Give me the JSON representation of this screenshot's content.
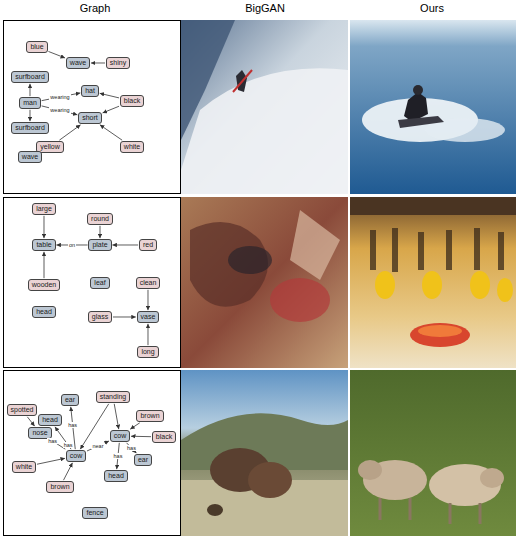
{
  "diagram": {
    "nodes": [
      {
        "text": [
          "blue"
        ]
      },
      {
        "text": [
          "wave"
        ]
      },
      {
        "text": [
          "shiny"
        ]
      },
      {
        "text": [
          "surfboard"
        ]
      },
      {
        "text": [
          "man"
        ]
      },
      {
        "text": [
          "hat"
        ]
      },
      {
        "text": [
          "black"
        ]
      },
      {
        "text": [
          "short"
        ]
      },
      {
        "text": [
          "surfboard"
        ]
      },
      {
        "text": [
          "yellow"
        ]
      },
      {
        "text": [
          "white"
        ]
      },
      {
        "text": [
          "wave"
        ]
      },
      {
        "text": [
          "large"
        ]
      },
      {
        "text": [
          "round"
        ]
      },
      {
        "text": [
          "table"
        ]
      },
      {
        "text": [
          "plate"
        ]
      },
      {
        "text": [
          "red"
        ]
      },
      {
        "text": [
          "wooden"
        ]
      },
      {
        "text": [
          "leaf"
        ]
      },
      {
        "text": [
          "clean"
        ]
      },
      {
        "text": [
          "head"
        ]
      },
      {
        "text": [
          "glass"
        ]
      },
      {
        "text": [
          "vase"
        ]
      },
      {
        "text": [
          "long"
        ]
      },
      {
        "text": [
          "ear"
        ]
      },
      {
        "text": [
          "standing"
        ]
      },
      {
        "text": [
          "spotted"
        ]
      },
      {
        "text": [
          "head"
        ]
      },
      {
        "text": [
          "brown"
        ]
      },
      {
        "text": [
          "nose"
        ]
      },
      {
        "text": [
          "cow"
        ]
      },
      {
        "text": [
          "black"
        ]
      },
      {
        "text": [
          "cow"
        ]
      },
      {
        "text": [
          "white"
        ]
      },
      {
        "text": [
          "ear"
        ]
      },
      {
        "text": [
          "head"
        ]
      },
      {
        "text": [
          "brown"
        ]
      },
      {
        "text": [
          "fence"
        ]
      }
    ],
    "edges": [
      {
        "from": 0,
        "to": 1,
        "arrow": "to"
      },
      {
        "from": 2,
        "to": 1,
        "arrow": "to"
      },
      {
        "from": 4,
        "to": 3,
        "arrow": "to"
      },
      {
        "from": 4,
        "to": 5,
        "label": "wearing",
        "arrow": "to"
      },
      {
        "from": 6,
        "to": 5,
        "arrow": "to"
      },
      {
        "from": 6,
        "to": 7,
        "arrow": "to"
      },
      {
        "from": 4,
        "to": 7,
        "label": "wearing",
        "arrow": "to"
      },
      {
        "from": 4,
        "to": 8,
        "arrow": "to"
      },
      {
        "from": 9,
        "to": 7,
        "arrow": "to"
      },
      {
        "from": 10,
        "to": 7,
        "arrow": "to"
      },
      {
        "from": 12,
        "to": 14,
        "arrow": "to"
      },
      {
        "from": 13,
        "to": 15,
        "arrow": "to"
      },
      {
        "from": 16,
        "to": 15,
        "arrow": "to"
      },
      {
        "from": 15,
        "to": 14,
        "label": "on",
        "arrow": "to"
      },
      {
        "from": 17,
        "to": 14,
        "arrow": "to"
      },
      {
        "from": 19,
        "to": 22,
        "arrow": "to"
      },
      {
        "from": 21,
        "to": 22,
        "arrow": "to"
      },
      {
        "from": 23,
        "to": 22,
        "arrow": "to"
      },
      {
        "from": 25,
        "to": 30,
        "arrow": "to"
      },
      {
        "from": 25,
        "to": 32,
        "arrow": "to"
      },
      {
        "from": 28,
        "to": 30,
        "arrow": "to"
      },
      {
        "from": 31,
        "to": 30,
        "arrow": "to"
      },
      {
        "from": 26,
        "to": 29,
        "arrow": "to"
      },
      {
        "from": 32,
        "to": 29,
        "label": "has",
        "arrow": "to"
      },
      {
        "from": 32,
        "to": 27,
        "label": "has",
        "arrow": "to"
      },
      {
        "from": 32,
        "to": 24,
        "label": "has",
        "arrow": "to"
      },
      {
        "from": 32,
        "to": 30,
        "label": "near",
        "arrow": "to"
      },
      {
        "from": 33,
        "to": 32,
        "arrow": "to"
      },
      {
        "from": 36,
        "to": 32,
        "arrow": "to"
      },
      {
        "from": 30,
        "to": 34,
        "label": "has",
        "arrow": "to"
      },
      {
        "from": 30,
        "to": 35,
        "label": "has",
        "arrow": "to"
      }
    ],
    "labels": [
      "Graph",
      "BigGAN",
      "Ours"
    ]
  }
}
